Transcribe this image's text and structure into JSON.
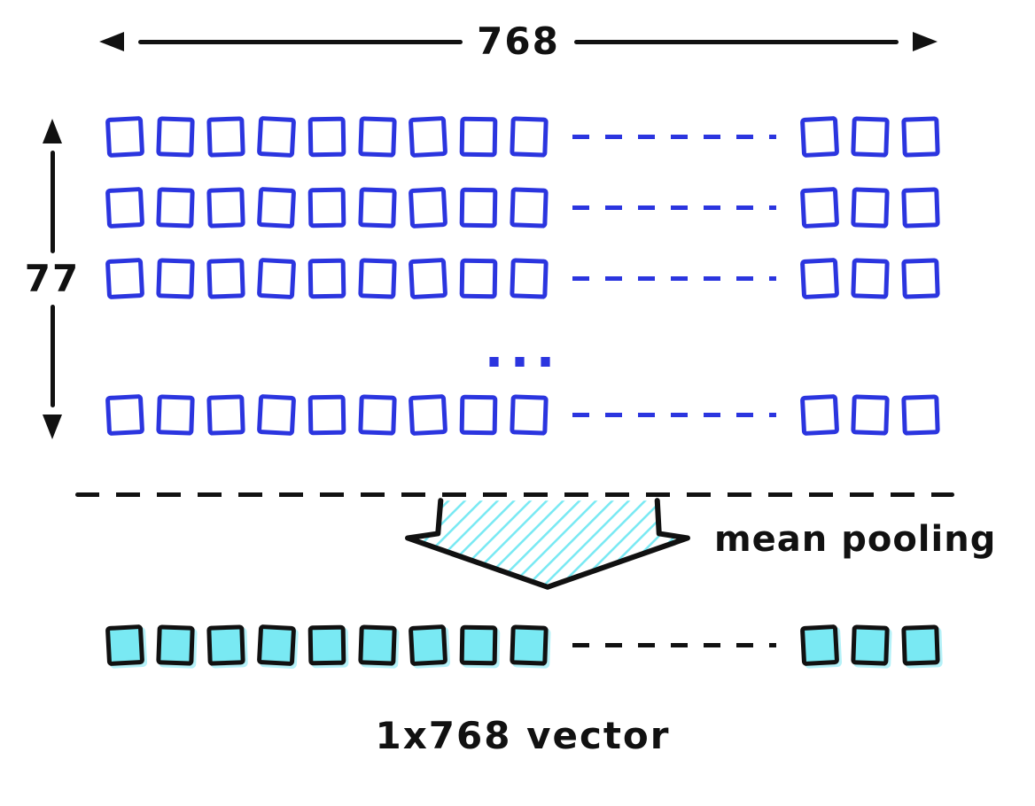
{
  "diagram": {
    "top_width_label": "768",
    "left_height_label": "77",
    "ellipsis": "...",
    "mean_pooling_label": "mean pooling",
    "caption": "1x768 vector",
    "colors": {
      "square_blue": "#2b35df",
      "cyan_fill": "#79e9f3",
      "ink": "#111111"
    },
    "matrix": {
      "rows_before_ellipsis": 3,
      "rows_after_ellipsis": 1,
      "squares_left_group": 9,
      "squares_right_group": 3
    },
    "pooled_row": {
      "squares_left_group": 9,
      "squares_right_group": 3
    }
  }
}
